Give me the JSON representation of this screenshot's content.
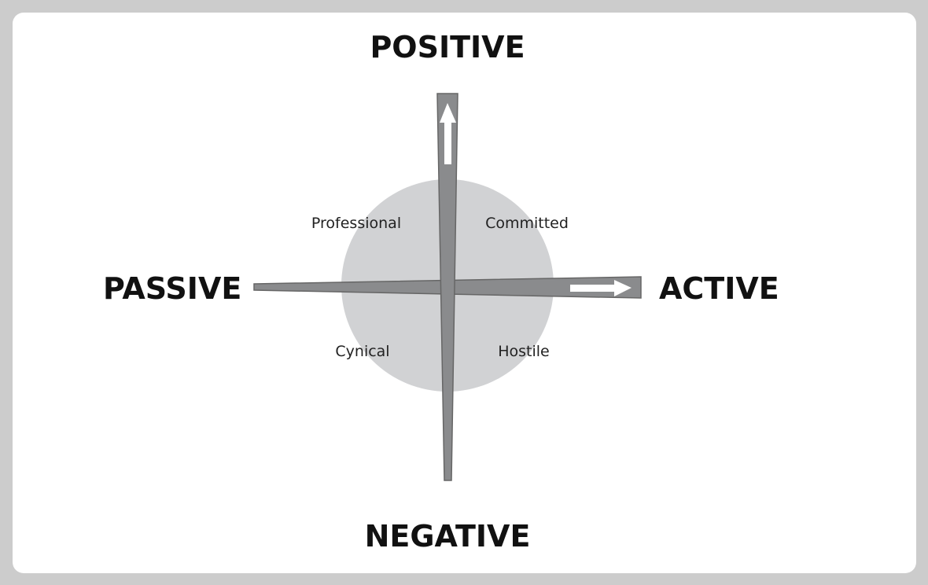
{
  "axes": {
    "top": "POSITIVE",
    "bottom": "NEGATIVE",
    "left": "PASSIVE",
    "right": "ACTIVE"
  },
  "quadrants": {
    "top_left": "Professional",
    "top_right": "Committed",
    "bottom_left": "Cynical",
    "bottom_right": "Hostile"
  },
  "colors": {
    "circle": "#d1d2d4",
    "arrow_fill": "#8a8b8d",
    "arrow_stroke": "#666666",
    "arrow_highlight": "#ffffff",
    "frame": "#cccccc"
  }
}
